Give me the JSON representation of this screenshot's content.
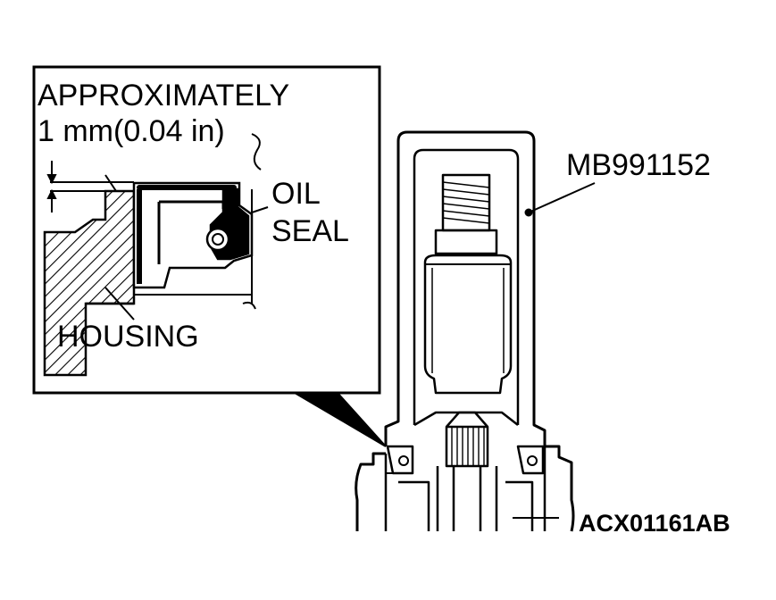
{
  "callout": {
    "dimension_line1": "APPROXIMATELY",
    "dimension_line2": "1 mm(0.04 in)",
    "oil_seal_line1": "OIL",
    "oil_seal_line2": "SEAL",
    "housing": "HOUSING"
  },
  "tool_label": "MB991152",
  "figure_code": "ACX01161AB"
}
